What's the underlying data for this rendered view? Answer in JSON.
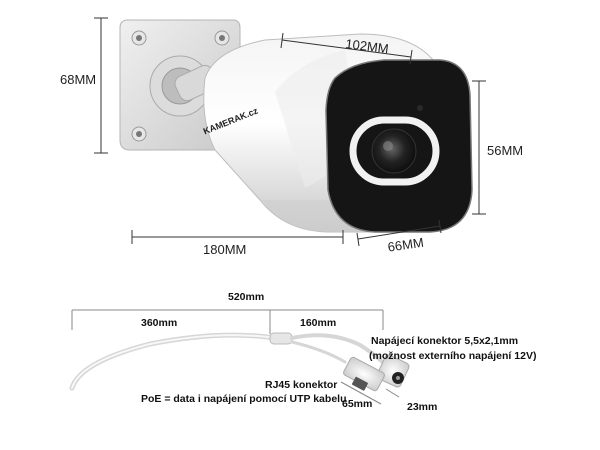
{
  "camera": {
    "brand": "KAMERAK.cz",
    "dimensions": {
      "height_bracket": "68MM",
      "body_length": "102MM",
      "front_height": "56MM",
      "total_length": "180MM",
      "front_width": "66MM"
    }
  },
  "cable": {
    "total_length": "520mm",
    "segment_left": "360mm",
    "segment_right": "160mm",
    "power_connector_line1": "Napájecí konektor 5,5x2,1mm",
    "power_connector_line2": "(možnost externího napájení 12V)",
    "rj45_label_line1": "RJ45 konektor",
    "rj45_label_line2": "PoE = data i napájení pomocí UTP kabelu",
    "connector_length": "65mm",
    "connector_width": "23mm"
  }
}
